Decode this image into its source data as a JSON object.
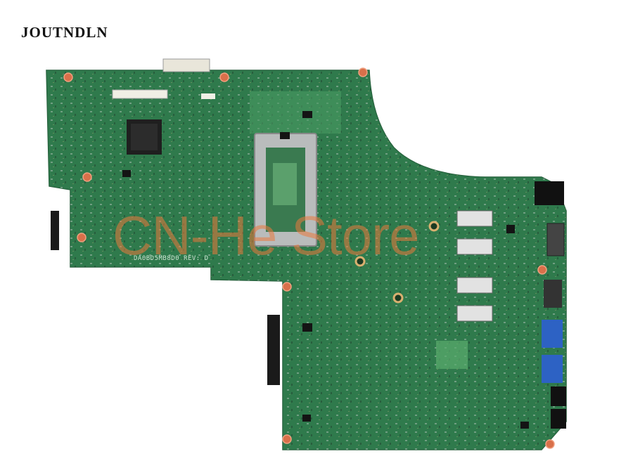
{
  "brand": {
    "text": "JOUTNDLN"
  },
  "watermark": {
    "text": "CN-He Store"
  },
  "board": {
    "silkscreen": "DA0BD5MB8D0 REV: D",
    "pcb_color": "#2f7a4c",
    "pcb_light": "#3d8c5a"
  }
}
